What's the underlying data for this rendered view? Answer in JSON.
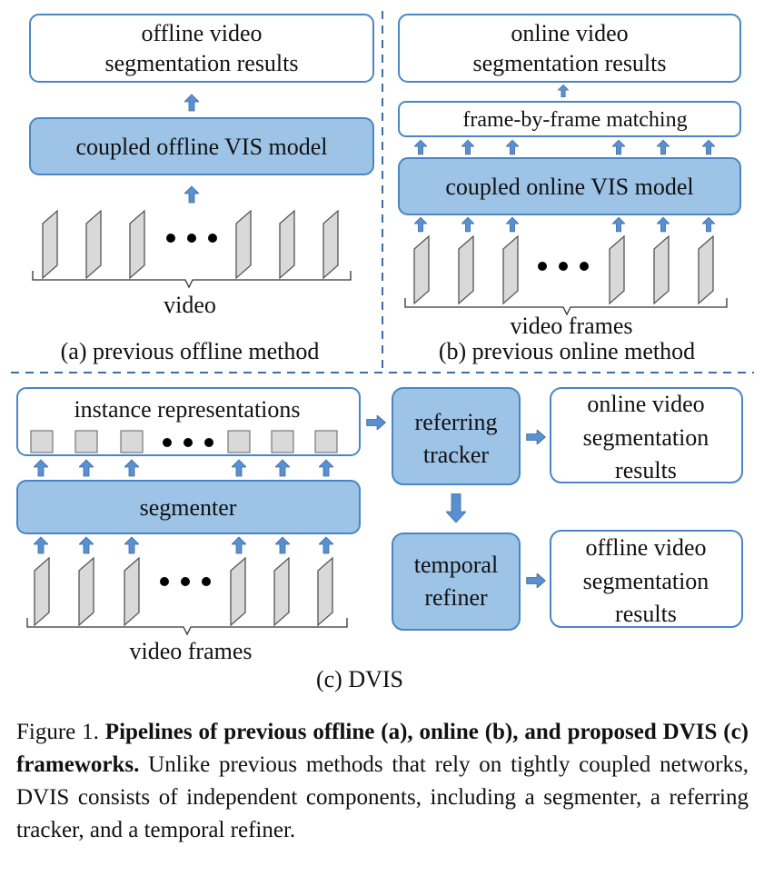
{
  "colors": {
    "box_stroke": "#4a86c5",
    "box_fill_solid": "#9dc3e6",
    "arrow_fill": "#5a8fd0",
    "frame_fill": "#d9d9d9",
    "frame_stroke": "#555555",
    "divider": "#3d6ea6"
  },
  "panel_a": {
    "result_line1": "offline video",
    "result_line2": "segmentation results",
    "model": "coupled offline VIS model",
    "input_label": "video",
    "caption": "(a) previous offline method"
  },
  "panel_b": {
    "result_line1": "online video",
    "result_line2": "segmentation results",
    "matching": "frame-by-frame matching",
    "model": "coupled online VIS model",
    "input_label": "video frames",
    "caption": "(b) previous online method"
  },
  "panel_c": {
    "instances": "instance representations",
    "segmenter": "segmenter",
    "tracker_line1": "referring",
    "tracker_line2": "tracker",
    "refiner_line1": "temporal",
    "refiner_line2": "refiner",
    "online_line1": "online video",
    "online_line2": "segmentation",
    "online_line3": "results",
    "offline_line1": "offline video",
    "offline_line2": "segmentation",
    "offline_line3": "results",
    "input_label": "video frames",
    "caption": "(c) DVIS"
  },
  "figure_caption": {
    "prefix": "Figure 1. ",
    "bold": "Pipelines of previous offline (a), online (b), and proposed DVIS (c) frameworks.",
    "rest": " Unlike previous methods that rely on tightly coupled networks, DVIS consists of independent components, including a segmenter, a referring tracker, and a temporal refiner."
  }
}
